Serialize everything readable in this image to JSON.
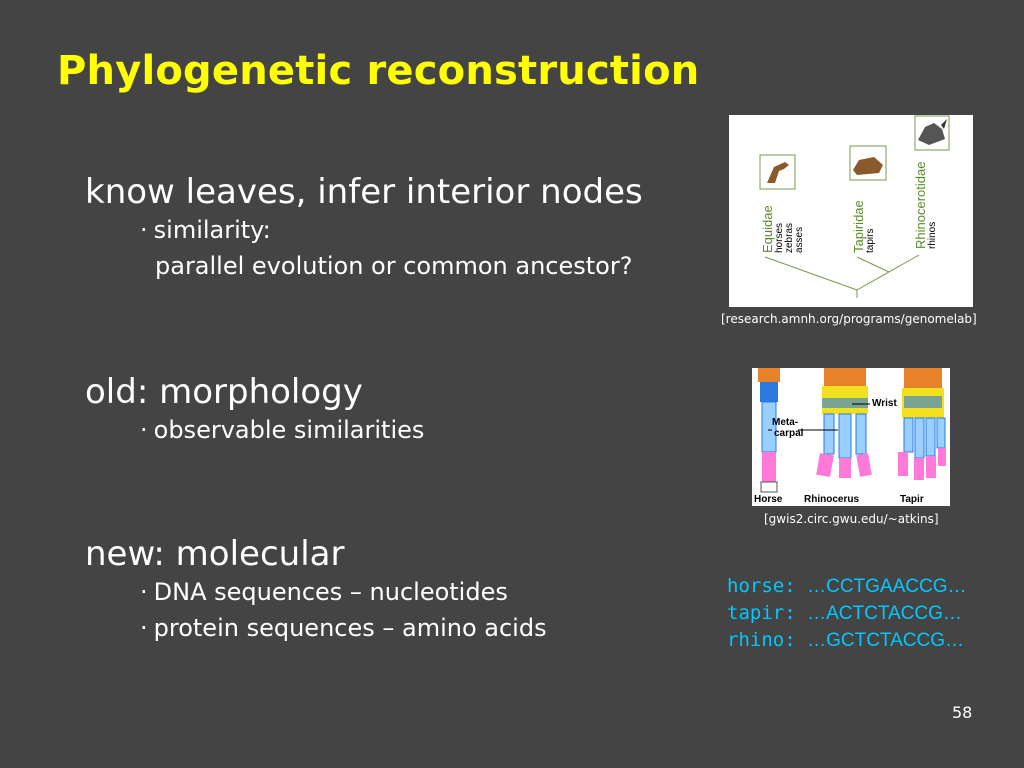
{
  "slide": {
    "title": "Phylogenetic reconstruction",
    "page_number": "58"
  },
  "sections": [
    {
      "heading": "know leaves, infer interior nodes",
      "bullets": [
        "similarity:"
      ],
      "continuation": "parallel evolution or common ancestor?"
    },
    {
      "heading": "old: morphology",
      "bullets": [
        "observable similarities"
      ]
    },
    {
      "heading": "new: molecular",
      "bullets": [
        "DNA sequences – nucleotides",
        "protein sequences – amino acids"
      ]
    }
  ],
  "figure_tree": {
    "caption": "[research.amnh.org/programs/genomelab]",
    "families": [
      {
        "name": "Equidae",
        "members": [
          "horses",
          "zebras",
          "asses"
        ]
      },
      {
        "name": "Tapiridae",
        "members": [
          "tapirs"
        ]
      },
      {
        "name": "Rhinocerotidae",
        "members": [
          "rhinos"
        ]
      }
    ]
  },
  "figure_limbs": {
    "caption": "[gwis2.circ.gwu.edu/~atkins]",
    "labels": {
      "wrist": "Wrist",
      "meta": "Meta-",
      "carpal": "carpal",
      "horse": "Horse",
      "rhino": "Rhinocerus",
      "tapir": "Tapir"
    }
  },
  "sequences": [
    {
      "label": "horse:",
      "dots_start": "…",
      "seq": "CCTGAACCG",
      "dots_end": "…"
    },
    {
      "label": "tapir:",
      "dots_start": "…",
      "seq": "ACTCTACCG",
      "dots_end": "…"
    },
    {
      "label": "rhino:",
      "dots_start": "…",
      "seq": "GCTCTACCG",
      "dots_end": "…"
    }
  ],
  "colors": {
    "background": "#444444",
    "title": "#ffff00",
    "sequence": "#00c8ff",
    "tree_green": "#5a8a2a"
  }
}
